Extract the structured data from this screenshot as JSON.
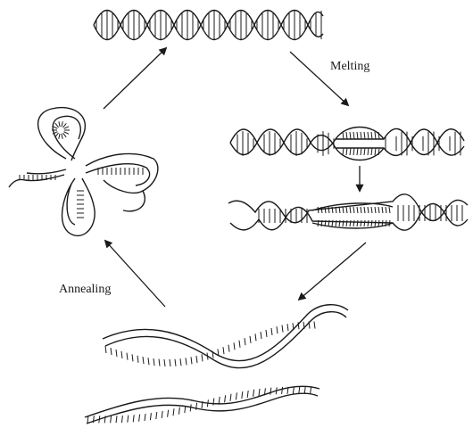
{
  "labels": {
    "melting": "Melting",
    "annealing": "Annealing"
  },
  "stages": [
    {
      "name": "double-helix"
    },
    {
      "name": "partially-melted-helix"
    },
    {
      "name": "melted-helix-with-bubble"
    },
    {
      "name": "separated-single-strands"
    },
    {
      "name": "renatured-cloverleaf"
    }
  ],
  "colors": {
    "ink": "#1a1a1a",
    "paper": "#ffffff"
  }
}
